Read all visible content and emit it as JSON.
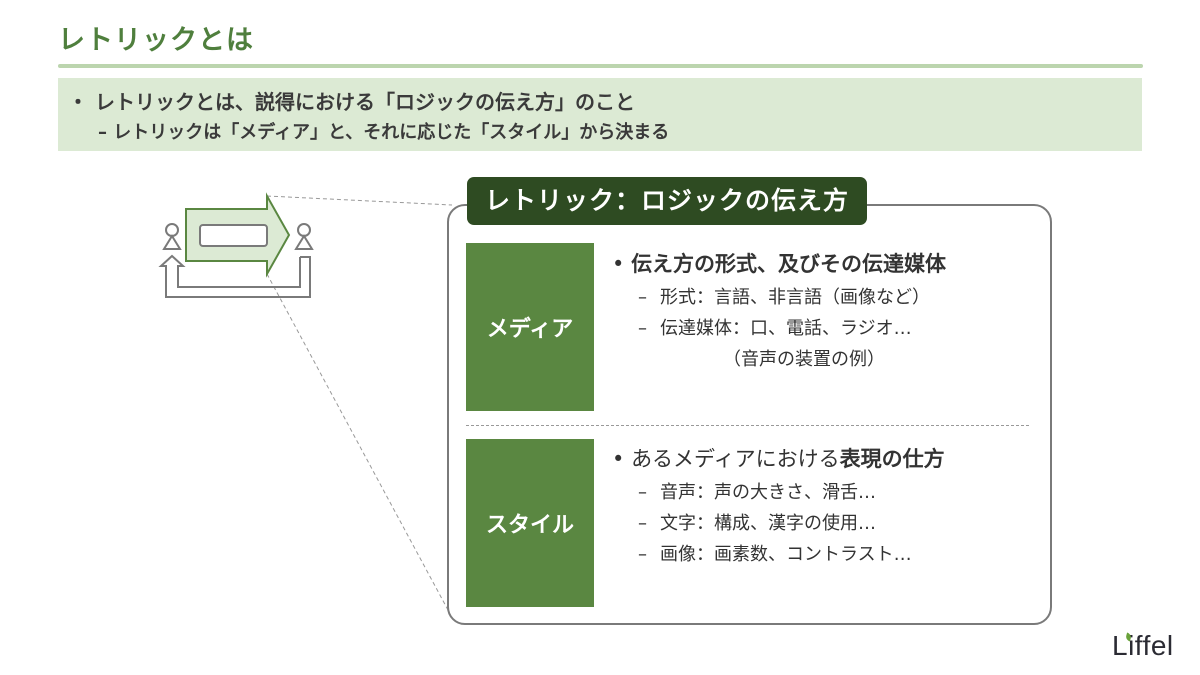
{
  "header": {
    "title": "レトリックとは"
  },
  "summary": {
    "bullet": "・ レトリックとは、説得における「ロジックの伝え方」のこと",
    "sub": "– レトリックは「メディア」と、それに応じた「スタイル」から決まる"
  },
  "card": {
    "title": "レトリック：ロジックの伝え方",
    "sections": [
      {
        "label": "メディア",
        "head": "伝え方の形式、及びその伝達媒体",
        "head_prefix": "",
        "head_bold": "伝え方の形式、及びその伝達媒体",
        "items": [
          "形式：言語、非言語（画像など）",
          "伝達媒体：口、電話、ラジオ…",
          "　　　　（音声の装置の例）"
        ]
      },
      {
        "label": "スタイル",
        "head_prefix": "あるメディアにおける",
        "head_bold": "表現の仕方",
        "items": [
          "音声：声の大きさ、滑舌…",
          "文字：構成、漢字の使用…",
          "画像：画素数、コントラスト…"
        ]
      }
    ]
  },
  "diagram": {
    "icons": [
      "person-sender-icon",
      "message-arrow-icon",
      "person-receiver-icon",
      "feedback-loop-arrow-icon"
    ]
  },
  "colors": {
    "title_green": "#4f7f3d",
    "summary_bg": "#dcead4",
    "card_title_bg": "#2e4b22",
    "category_bg": "#5a8741",
    "arrow_fill": "#dcead4",
    "arrow_stroke": "#5a8741"
  },
  "logo": {
    "text": "Liffel"
  }
}
